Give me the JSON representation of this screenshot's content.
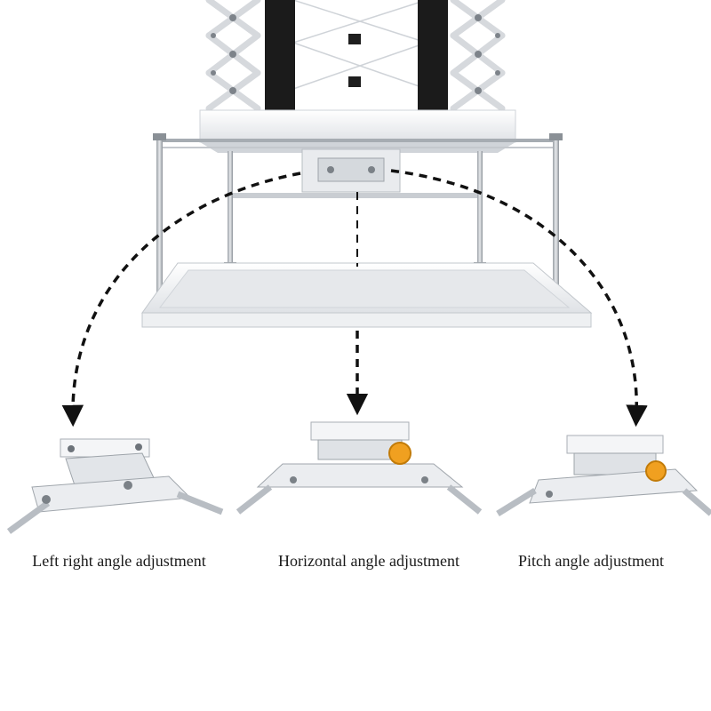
{
  "captions": {
    "left_right": "Left right angle adjustment",
    "horizontal": "Horizontal angle adjustment",
    "pitch": "Pitch angle adjustment"
  },
  "colors": {
    "frame_white": "#f3f4f6",
    "steel": "#b9bec4",
    "strap_black": "#1b1b1b",
    "dashed_arrow": "#111111",
    "knob_orange": "#f0a020"
  }
}
